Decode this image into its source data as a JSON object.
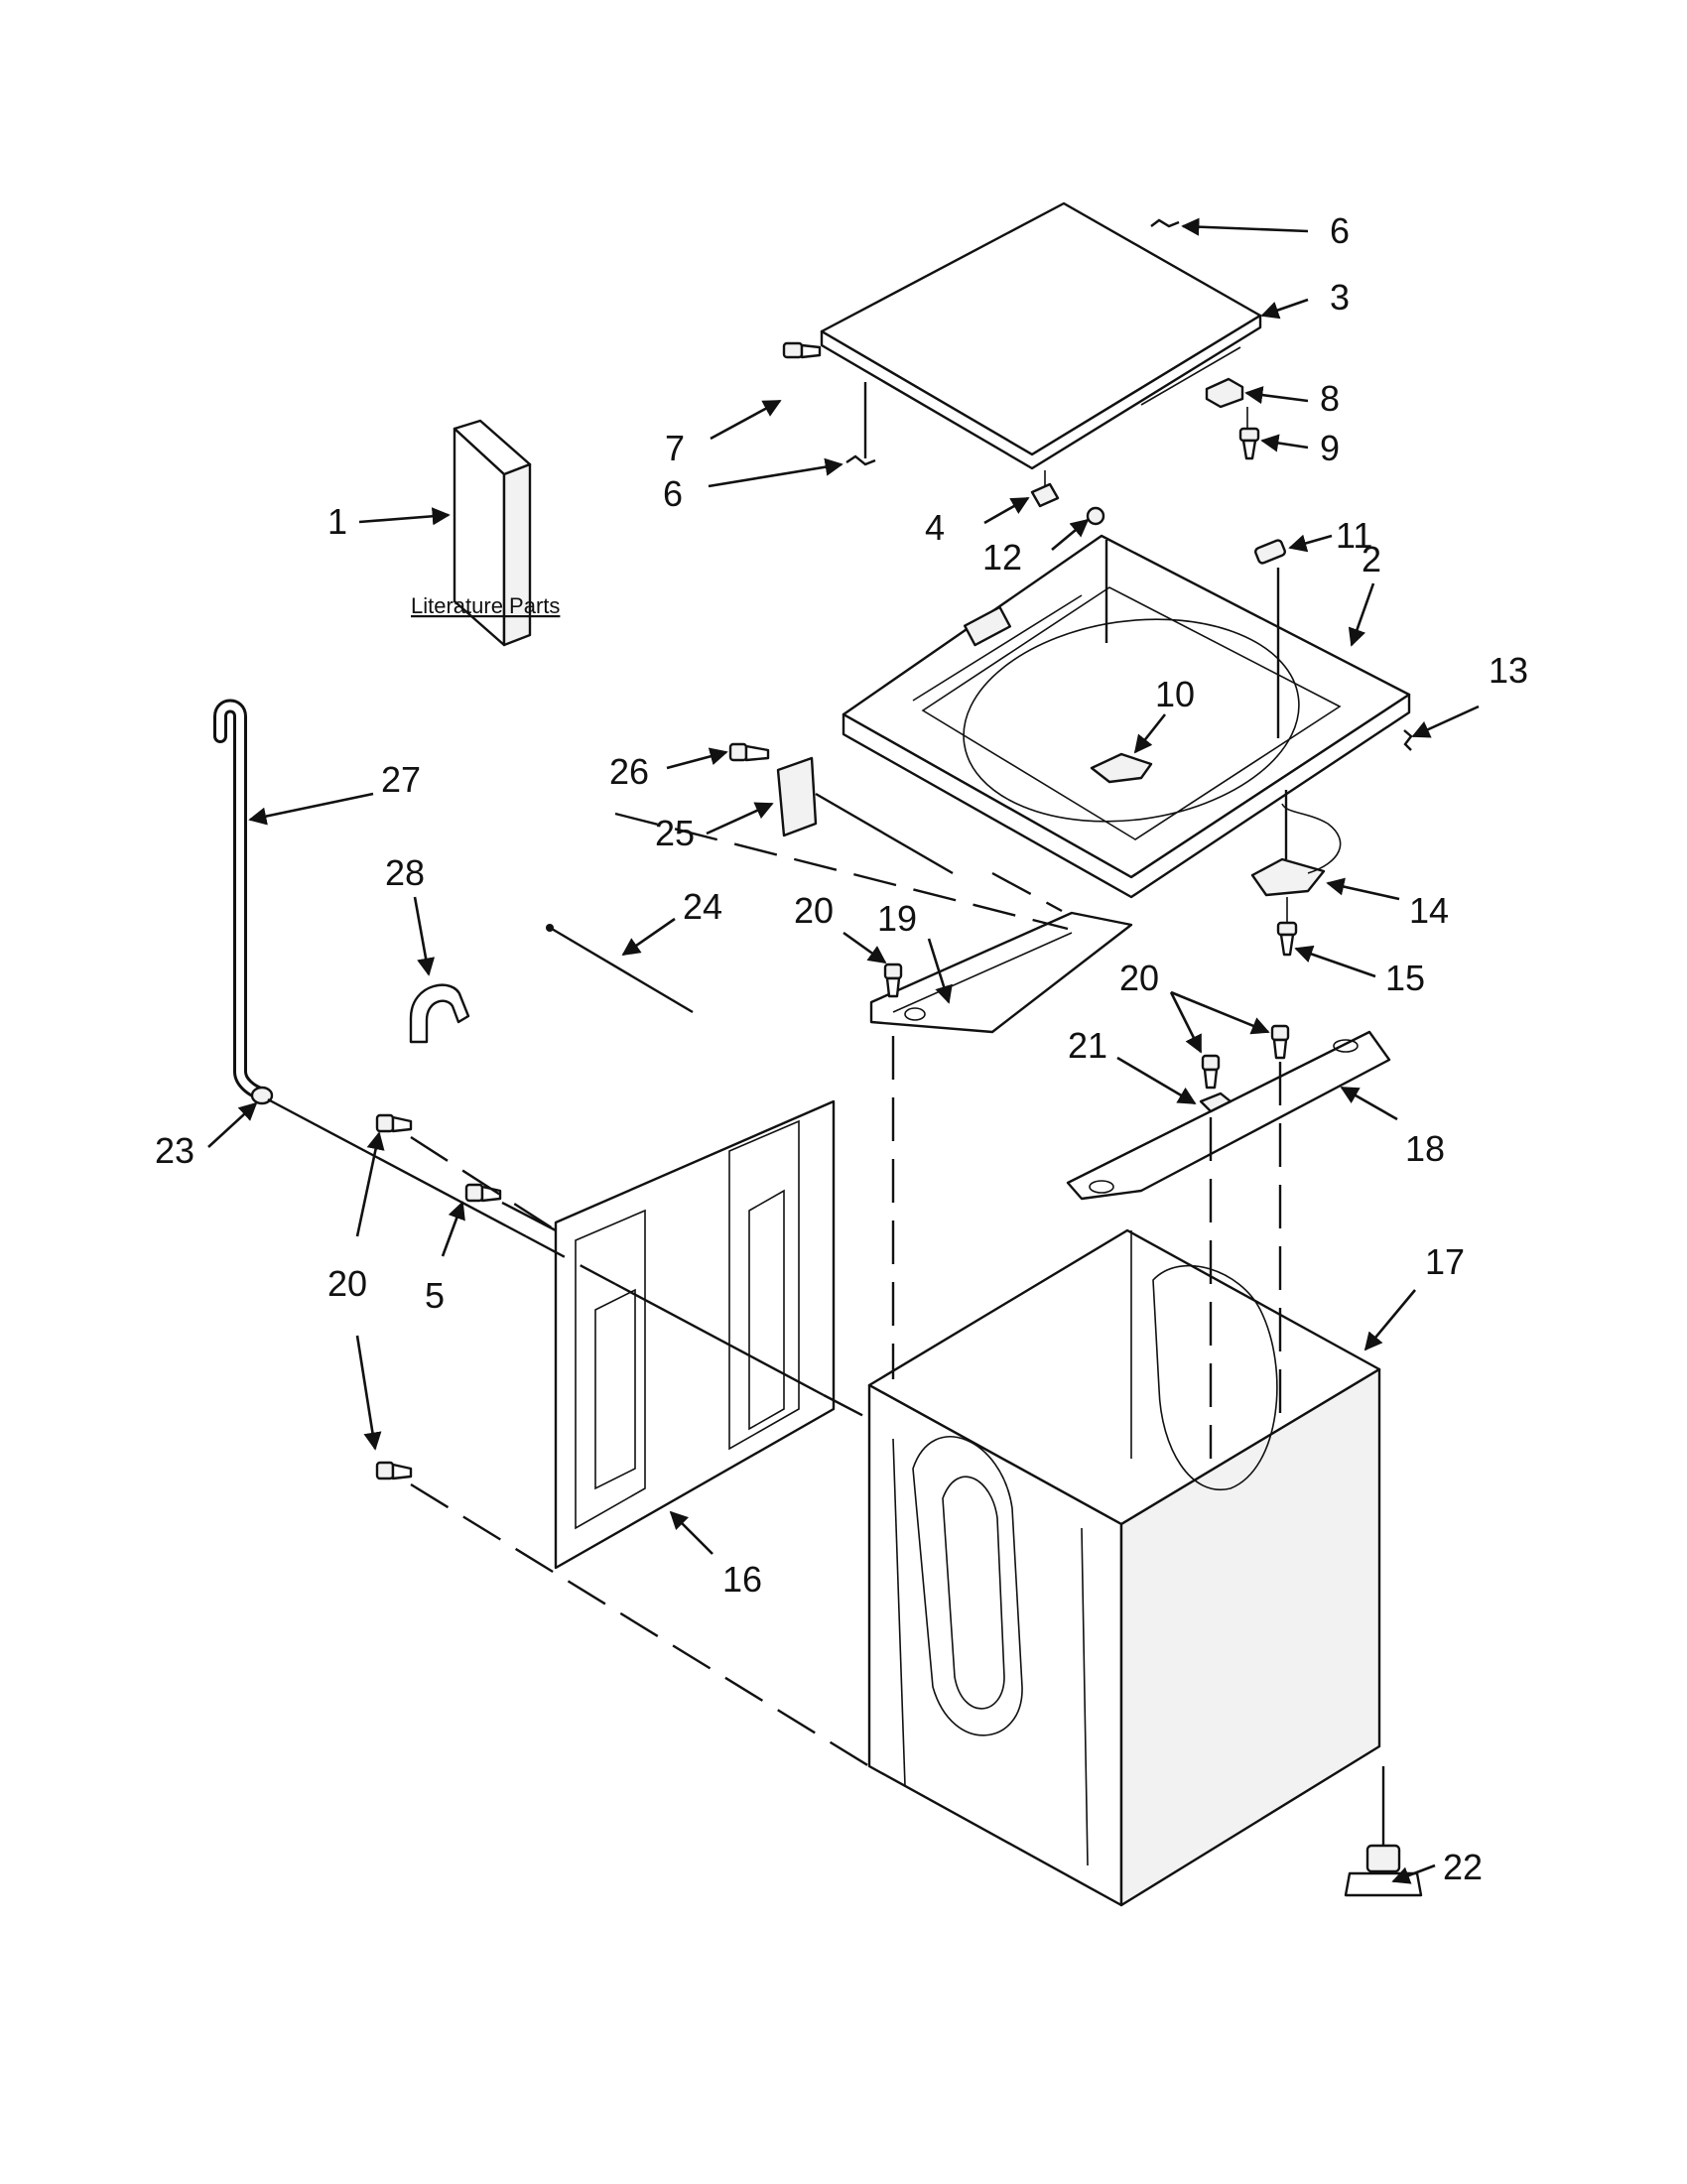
{
  "title": "",
  "literature_label": "Literature Parts",
  "callouts": [
    {
      "id": "c6a",
      "text": "6"
    },
    {
      "id": "c3",
      "text": "3"
    },
    {
      "id": "c8",
      "text": "8"
    },
    {
      "id": "c9",
      "text": "9"
    },
    {
      "id": "c7",
      "text": "7"
    },
    {
      "id": "c6b",
      "text": "6"
    },
    {
      "id": "c1",
      "text": "1"
    },
    {
      "id": "c4",
      "text": "4"
    },
    {
      "id": "c12",
      "text": "12"
    },
    {
      "id": "c11",
      "text": "11"
    },
    {
      "id": "c2",
      "text": "2"
    },
    {
      "id": "c13",
      "text": "13"
    },
    {
      "id": "c10",
      "text": "10"
    },
    {
      "id": "c27",
      "text": "27"
    },
    {
      "id": "c26",
      "text": "26"
    },
    {
      "id": "c25",
      "text": "25"
    },
    {
      "id": "c28",
      "text": "28"
    },
    {
      "id": "c24",
      "text": "24"
    },
    {
      "id": "c20a",
      "text": "20"
    },
    {
      "id": "c19",
      "text": "19"
    },
    {
      "id": "c14",
      "text": "14"
    },
    {
      "id": "c15",
      "text": "15"
    },
    {
      "id": "c20b",
      "text": "20"
    },
    {
      "id": "c21",
      "text": "21"
    },
    {
      "id": "c18",
      "text": "18"
    },
    {
      "id": "c23",
      "text": "23"
    },
    {
      "id": "c20c",
      "text": "20"
    },
    {
      "id": "c5",
      "text": "5"
    },
    {
      "id": "c17",
      "text": "17"
    },
    {
      "id": "c16",
      "text": "16"
    },
    {
      "id": "c22",
      "text": "22"
    }
  ]
}
